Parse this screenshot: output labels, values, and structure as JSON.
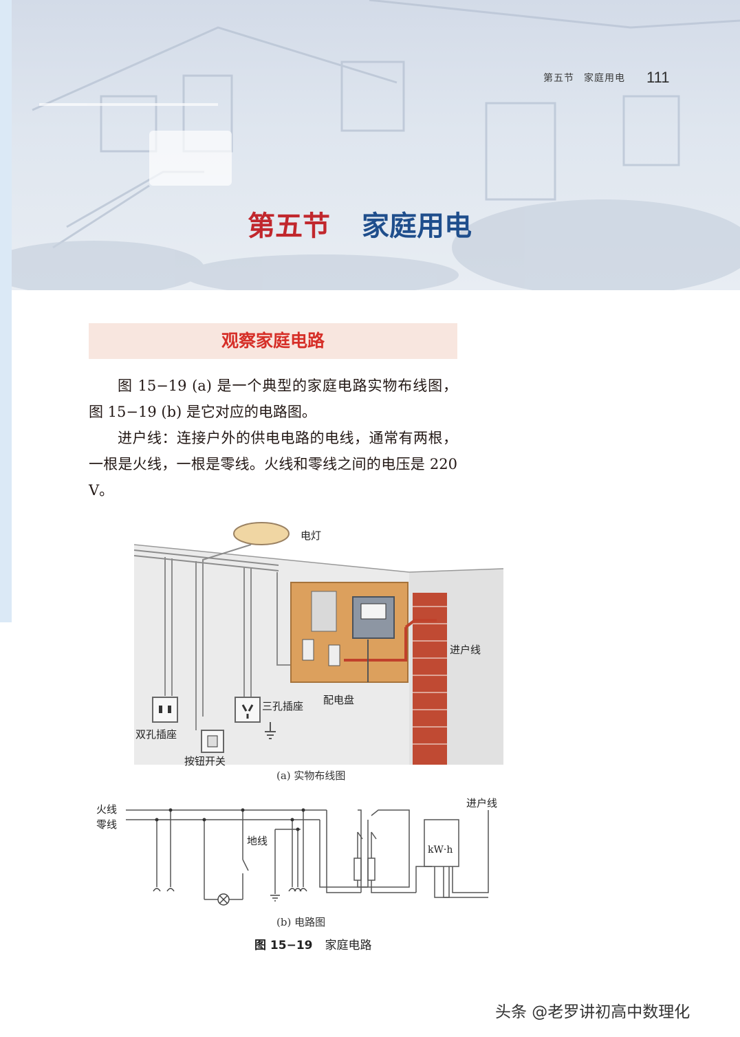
{
  "header": {
    "running_section": "第五节",
    "running_title": "家庭用电",
    "page_number": "111"
  },
  "chapter": {
    "number_label": "第五节",
    "title": "家庭用电"
  },
  "section": {
    "heading": "观察家庭电路"
  },
  "body": {
    "paragraph1": "图 15−19 (a) 是一个典型的家庭电路实物布线图，图 15−19 (b) 是它对应的电路图。",
    "paragraph2": "进户线：连接户外的供电电路的电线，通常有两根，一根是火线，一根是零线。火线和零线之间的电压是 220 V。"
  },
  "figure": {
    "part_a": {
      "labels": {
        "lamp": "电灯",
        "incoming": "进户线",
        "panel": "配电盘",
        "three_hole": "三孔插座",
        "two_hole": "双孔插座",
        "switch": "按钮开关"
      },
      "caption": "(a) 实物布线图"
    },
    "part_b": {
      "labels": {
        "live": "火线",
        "neutral": "零线",
        "ground": "地线",
        "incoming": "进户线",
        "meter": "kW·h"
      },
      "caption": "(b) 电路图"
    },
    "number": "图 15−19",
    "title": "家庭电路"
  },
  "watermark": "头条 @老罗讲初高中数理化"
}
